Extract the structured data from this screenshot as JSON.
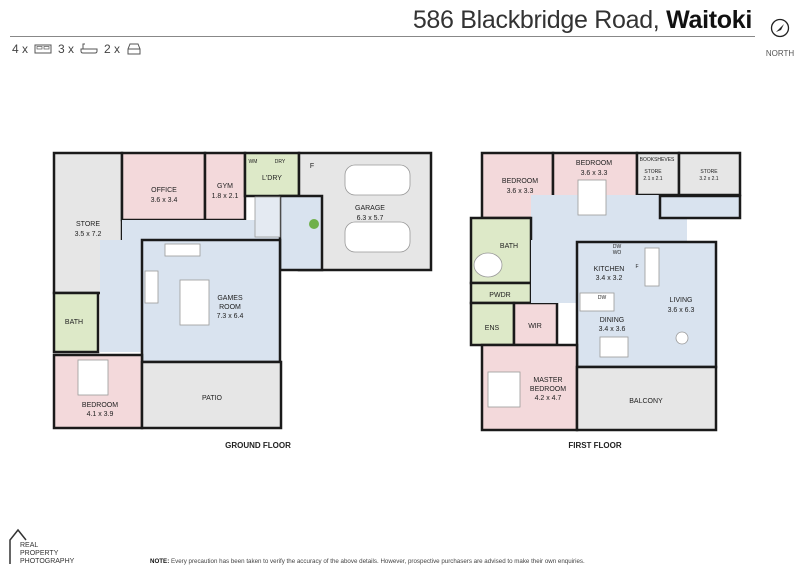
{
  "header": {
    "address": "586 Blackbridge Road,",
    "suburb": "Waitoki",
    "north_label": "NORTH"
  },
  "features": [
    {
      "count": "4 x",
      "icon": "bed-icon"
    },
    {
      "count": "3 x",
      "icon": "bath-icon"
    },
    {
      "count": "2 x",
      "icon": "car-icon"
    }
  ],
  "colors": {
    "bedroom": "#f3d9db",
    "wet": "#dde9c8",
    "living": "#d9e3ef",
    "utility": "#e6e6e6",
    "wall": "#1a1a1a"
  },
  "ground_floor": {
    "label": "GROUND FLOOR",
    "rooms": [
      {
        "name": "STORE",
        "size": "3.5 x 7.2"
      },
      {
        "name": "OFFICE",
        "size": "3.6 x 3.4"
      },
      {
        "name": "GYM",
        "size": "1.8 x 2.1"
      },
      {
        "name": "L'DRY",
        "size": ""
      },
      {
        "name": "GARAGE",
        "size": "6.3 x 5.7"
      },
      {
        "name": "GAMES",
        "size": "ROOM"
      },
      {
        "name": "BATH",
        "size": ""
      },
      {
        "name": "BEDROOM",
        "size": "4.1 x 3.9"
      },
      {
        "name": "PATIO",
        "size": ""
      }
    ],
    "games_room_size": "7.3 x 6.4",
    "fixtures": {
      "wm": "WM",
      "dry": "DRY",
      "fridge": "F"
    }
  },
  "first_floor": {
    "label": "FIRST FLOOR",
    "rooms": [
      {
        "name": "BEDROOM",
        "size": "3.6 x 3.3"
      },
      {
        "name": "BEDROOM",
        "size": "3.6 x 3.3"
      },
      {
        "name": "STORE",
        "size": "2.1 x 2.1"
      },
      {
        "name": "STORE",
        "size": "3.2 x 2.1"
      },
      {
        "name": "BATH",
        "size": ""
      },
      {
        "name": "PWDR",
        "size": ""
      },
      {
        "name": "ENS",
        "size": ""
      },
      {
        "name": "WIR",
        "size": ""
      },
      {
        "name": "KITCHEN",
        "size": "3.4 x 3.2"
      },
      {
        "name": "DINING",
        "size": "3.4 x 3.6"
      },
      {
        "name": "LIVING",
        "size": "3.6 x 6.3"
      },
      {
        "name": "MASTER",
        "size": "BEDROOM"
      },
      {
        "name": "BALCONY",
        "size": ""
      }
    ],
    "master_size": "4.2 x 4.7",
    "fixtures": {
      "bookshelves": "BOOKSHEVES",
      "dw_top": "DW",
      "wo": "WO",
      "dw": "DW",
      "fridge": "F"
    }
  },
  "footer": {
    "logo_lines": [
      "REAL",
      "PROPERTY",
      "PHOTOGRAPHY"
    ],
    "note_label": "NOTE:",
    "note_text": "Every precaution has been taken to verify the accuracy of the above details. However, prospective purchasers are advised to make their own enquiries."
  }
}
